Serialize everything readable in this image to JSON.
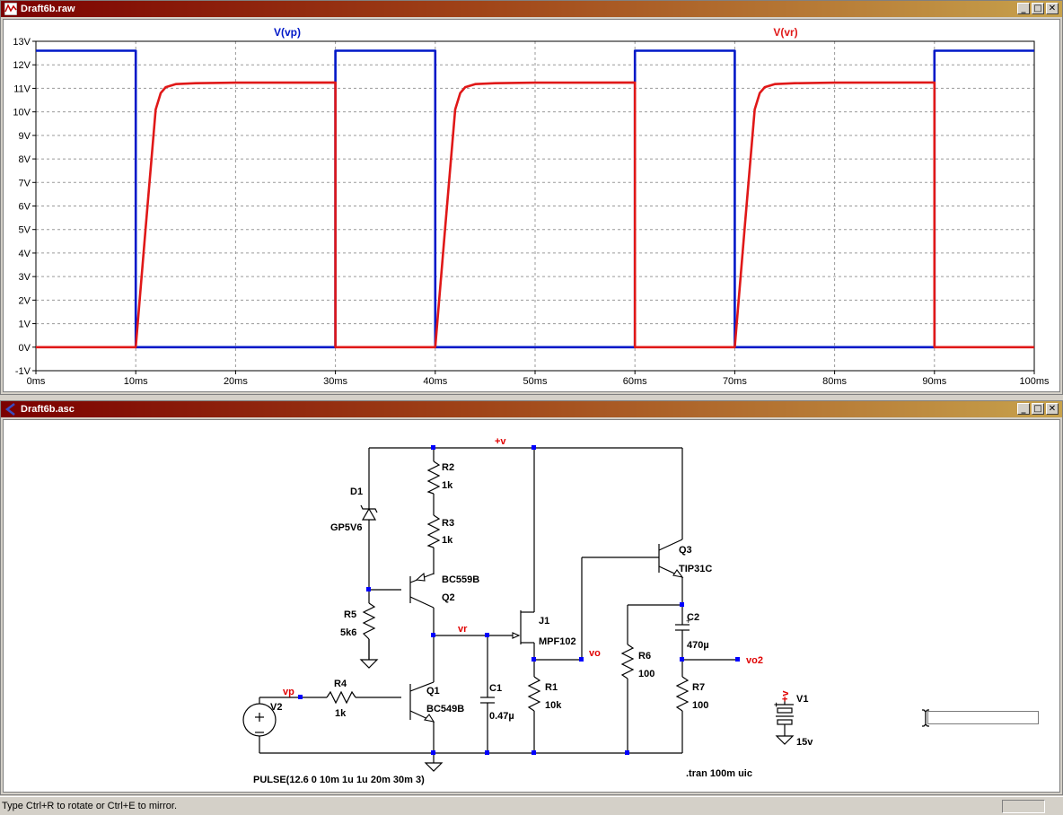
{
  "waveform_window": {
    "title": "Draft6b.raw",
    "buttons": [
      "_",
      "□",
      "✕"
    ]
  },
  "schematic_window": {
    "title": "Draft6b.asc",
    "buttons": [
      "_",
      "□",
      "✕"
    ]
  },
  "status_bar": {
    "text": "Type Ctrl+R to rotate or Ctrl+E to mirror."
  },
  "colors": {
    "vp_trace": "#0018c8",
    "vr_trace": "#e01818",
    "net_label": "#e00000",
    "junction": "#0000ff",
    "plot_bg": "#ffffff",
    "grid": "#9a9a9a"
  },
  "chart_data": {
    "type": "line",
    "xlabel": "",
    "ylabel": "",
    "x_ticks": [
      "0ms",
      "10ms",
      "20ms",
      "30ms",
      "40ms",
      "50ms",
      "60ms",
      "70ms",
      "80ms",
      "90ms",
      "100ms"
    ],
    "y_ticks": [
      "13V",
      "12V",
      "11V",
      "10V",
      "9V",
      "8V",
      "7V",
      "6V",
      "5V",
      "4V",
      "3V",
      "2V",
      "1V",
      "0V",
      "-1V"
    ],
    "xlim": [
      0,
      100
    ],
    "ylim": [
      -1,
      13
    ],
    "grid": true,
    "series": [
      {
        "name": "V(vp)",
        "color": "#0018c8",
        "x": [
          0,
          10,
          10,
          30,
          30,
          40,
          40,
          60,
          60,
          70,
          70,
          90,
          90,
          100
        ],
        "y": [
          12.6,
          12.6,
          0,
          0,
          12.6,
          12.6,
          0,
          0,
          12.6,
          12.6,
          0,
          0,
          12.6,
          12.6
        ]
      },
      {
        "name": "V(vr)",
        "color": "#e01818",
        "x": [
          0,
          10,
          11,
          12,
          12.5,
          13,
          14,
          16,
          20,
          30,
          30,
          40,
          41,
          42,
          42.5,
          43,
          44,
          46,
          50,
          60,
          60,
          70,
          71,
          72,
          72.5,
          73,
          74,
          76,
          80,
          90,
          90,
          100
        ],
        "y": [
          0,
          0,
          5.1,
          10.1,
          10.8,
          11.05,
          11.18,
          11.22,
          11.24,
          11.25,
          0,
          0,
          5.1,
          10.1,
          10.8,
          11.05,
          11.18,
          11.22,
          11.24,
          11.25,
          0,
          0,
          5.1,
          10.1,
          10.8,
          11.05,
          11.18,
          11.22,
          11.24,
          11.25,
          0,
          0
        ]
      }
    ]
  },
  "schematic": {
    "net_labels": {
      "vplus": "+v",
      "vr": "vr",
      "vo": "vo",
      "vo2": "vo2",
      "vp": "vp"
    },
    "components": {
      "R2": {
        "ref": "R2",
        "value": "1k"
      },
      "R3": {
        "ref": "R3",
        "value": "1k"
      },
      "D1": {
        "ref": "D1",
        "value": "GP5V6"
      },
      "Q2": {
        "ref": "Q2",
        "value": "BC559B"
      },
      "R5": {
        "ref": "R5",
        "value": "5k6"
      },
      "R4": {
        "ref": "R4",
        "value": "1k"
      },
      "Q1": {
        "ref": "Q1",
        "value": "BC549B"
      },
      "C1": {
        "ref": "C1",
        "value": "0.47µ"
      },
      "J1": {
        "ref": "J1",
        "value": "MPF102"
      },
      "R1": {
        "ref": "R1",
        "value": "10k"
      },
      "Q3": {
        "ref": "Q3",
        "value": "TIP31C"
      },
      "C2": {
        "ref": "C2",
        "value": "470µ"
      },
      "R6": {
        "ref": "R6",
        "value": "100"
      },
      "R7": {
        "ref": "R7",
        "value": "100"
      },
      "V1": {
        "ref": "V1",
        "value": "15v",
        "plus": "+",
        "label": "+v"
      },
      "V2": {
        "ref": "V2",
        "value": "PULSE(12.6 0 10m 1u 1u 20m 30m 3)"
      }
    },
    "directive": ".tran 100m uic",
    "input_box_value": ""
  }
}
